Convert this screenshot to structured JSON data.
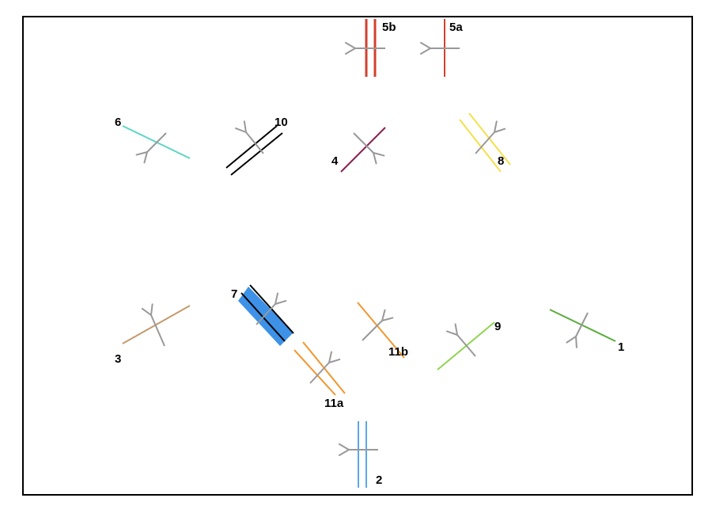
{
  "labels": {
    "l1": "1",
    "l2": "2",
    "l3": "3",
    "l4": "4",
    "l5a": "5a",
    "l5b": "5b",
    "l6": "6",
    "l7": "7",
    "l8": "8",
    "l9": "9",
    "l10": "10",
    "l11a": "11a",
    "l11b": "11b"
  },
  "colors": {
    "frame": "#000000",
    "arrow": "#999999",
    "item1": "#5aac3c",
    "item2": "#5aa8e8",
    "item3": "#c49a6c",
    "item4": "#8b2252",
    "item5": "#d0412e",
    "item6": "#5bd6c4",
    "item7_fill": "#3d92e8",
    "item7_lines": "#000000",
    "item8": "#f5e04c",
    "item9": "#8ed450",
    "item10": "#000000",
    "item11": "#f0962e"
  }
}
